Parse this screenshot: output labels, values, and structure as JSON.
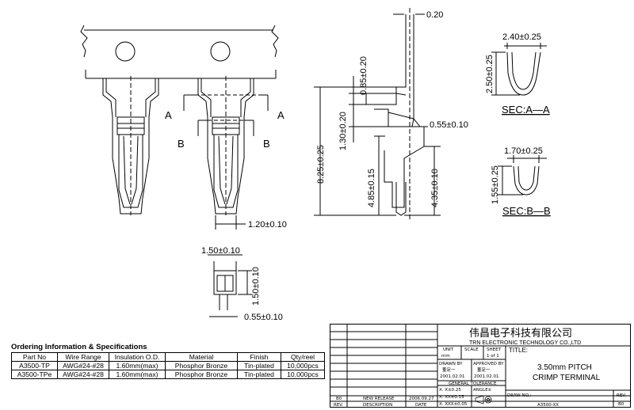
{
  "dimensions": {
    "d_020": "0.20",
    "d_085": "0.85±0.20",
    "d_130": "1.30±0.20",
    "d_825": "8.25±0.25",
    "d_485": "4.85±0.15",
    "d_435": "4.35±0.10",
    "d_055a": "0.55±0.10",
    "d_120": "1.20±0.10",
    "d_150w": "1.50±0.10",
    "d_150h": "1.50±0.10",
    "d_055b": "0.55±0.10",
    "d_240": "2.40±0.25",
    "d_250": "2.50±0.25",
    "d_170": "1.70±0.25",
    "d_155": "1.55±0.25"
  },
  "section_marks": {
    "a_left": "A",
    "a_right": "A",
    "b_left": "B",
    "b_right": "B"
  },
  "sections": {
    "aa": "SEC:A—A",
    "bb": "SEC:B—B"
  },
  "spec": {
    "title": "Ordering Information & Specifications",
    "headers": [
      "Part No",
      "Wire Range",
      "Insulation O.D.",
      "Material",
      "Finish",
      "Qty/reel"
    ],
    "rows": [
      [
        "A3500-TP",
        "AWG#24-#28",
        "1.60mm(max)",
        "Phosphor Bronze",
        "Tin-plated",
        "10,000pcs"
      ],
      [
        "A3500-TPe",
        "AWG#24-#28",
        "1.60mm(max)",
        "Phosphor Bronze",
        "Tin-plated",
        "10,000pcs"
      ]
    ]
  },
  "title_block": {
    "company_cn": "伟昌电子科技有限公司",
    "company_en": "TRN ELECTRONIC TECHNOLOGY CO.,LTD",
    "unit_label": "UNIT",
    "unit_value": "mm",
    "scale_label": "SCALE",
    "sheet_label": "SHEET",
    "sheet_value": "1 of 1",
    "title_label": "TITLE:",
    "title_line1": "3.50mm PITCH",
    "title_line2": "CRIMP TERMINAL",
    "drawn_label": "DRAWN BY",
    "drawn_name": "董足一",
    "drawn_date": "2001.02.01",
    "approved_label": "APPROVED BY",
    "approved_name": "董足一",
    "approved_date": "2001.02.01",
    "tol_label": "GENERAL TOLERANCE",
    "tol1": "X. X±0.25",
    "tol2": "X. XX±0.15",
    "tol3": "X. XXX±0.05",
    "angle_label": "ANGLE±",
    "rev_code": "B0",
    "rev_desc": "NEW RELEASE",
    "rev_date": "2006.09.27",
    "col_rev": "REV.",
    "col_desc": "DESCRIPTION",
    "col_date": "DATE",
    "drw_label": "DRAW NO.:",
    "drw_no": "A3500-XX",
    "rev_label": "REV.",
    "rev_value": "B0"
  }
}
